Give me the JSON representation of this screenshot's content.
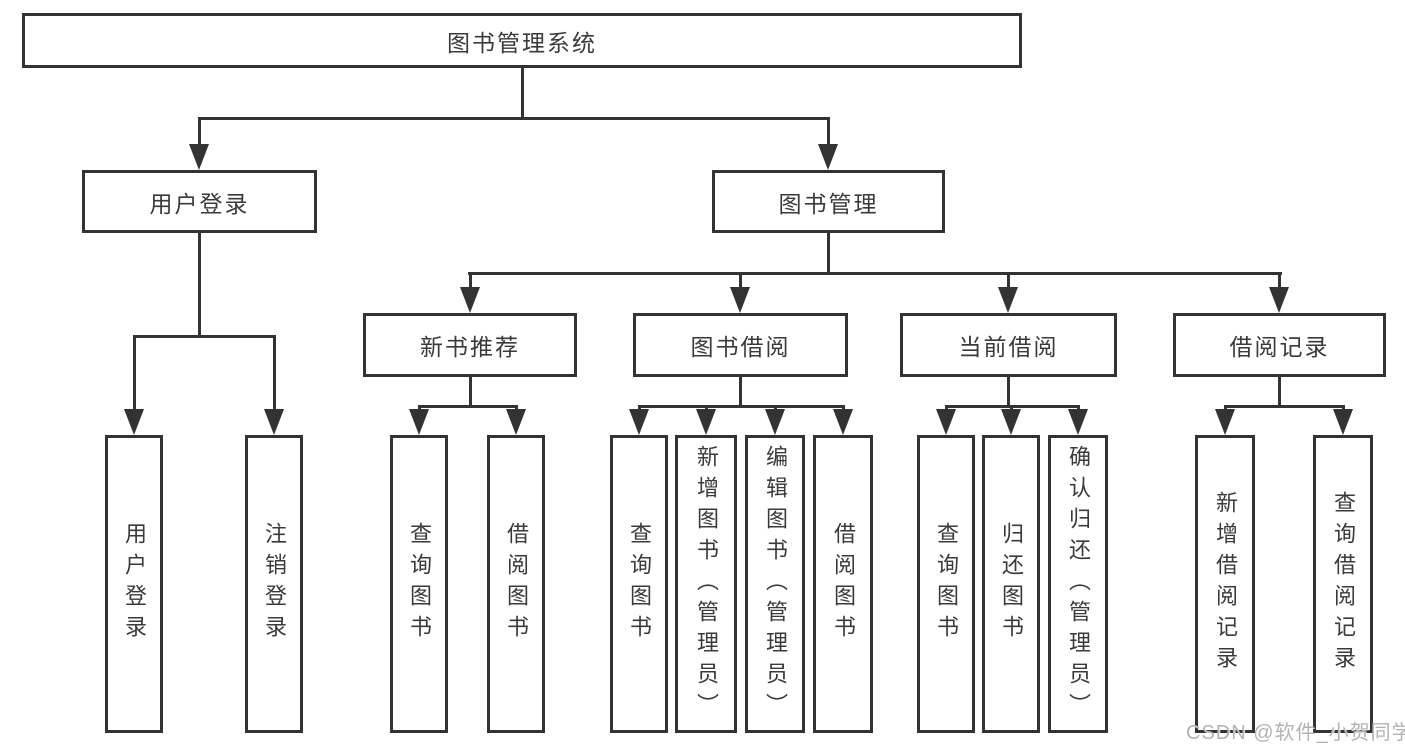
{
  "diagram": {
    "root": "图书管理系统",
    "branches": [
      {
        "label": "用户登录",
        "children": [
          "用户登录",
          "注销登录"
        ]
      },
      {
        "label": "图书管理",
        "children": [
          {
            "label": "新书推荐",
            "children": [
              "查询图书",
              "借阅图书"
            ]
          },
          {
            "label": "图书借阅",
            "children": [
              "查询图书",
              "新增图书（管理员）",
              "编辑图书（管理员）",
              "借阅图书"
            ]
          },
          {
            "label": "当前借阅",
            "children": [
              "查询图书",
              "归还图书",
              "确认归还（管理员）"
            ]
          },
          {
            "label": "借阅记录",
            "children": [
              "新增借阅记录",
              "查询借阅记录"
            ]
          }
        ]
      }
    ]
  },
  "watermark": "CSDN @软件_小贺同学",
  "colors": {
    "line": "#333333",
    "text": "#3a3a3a",
    "watermark": "#b3b3b3",
    "background": "#ffffff"
  }
}
